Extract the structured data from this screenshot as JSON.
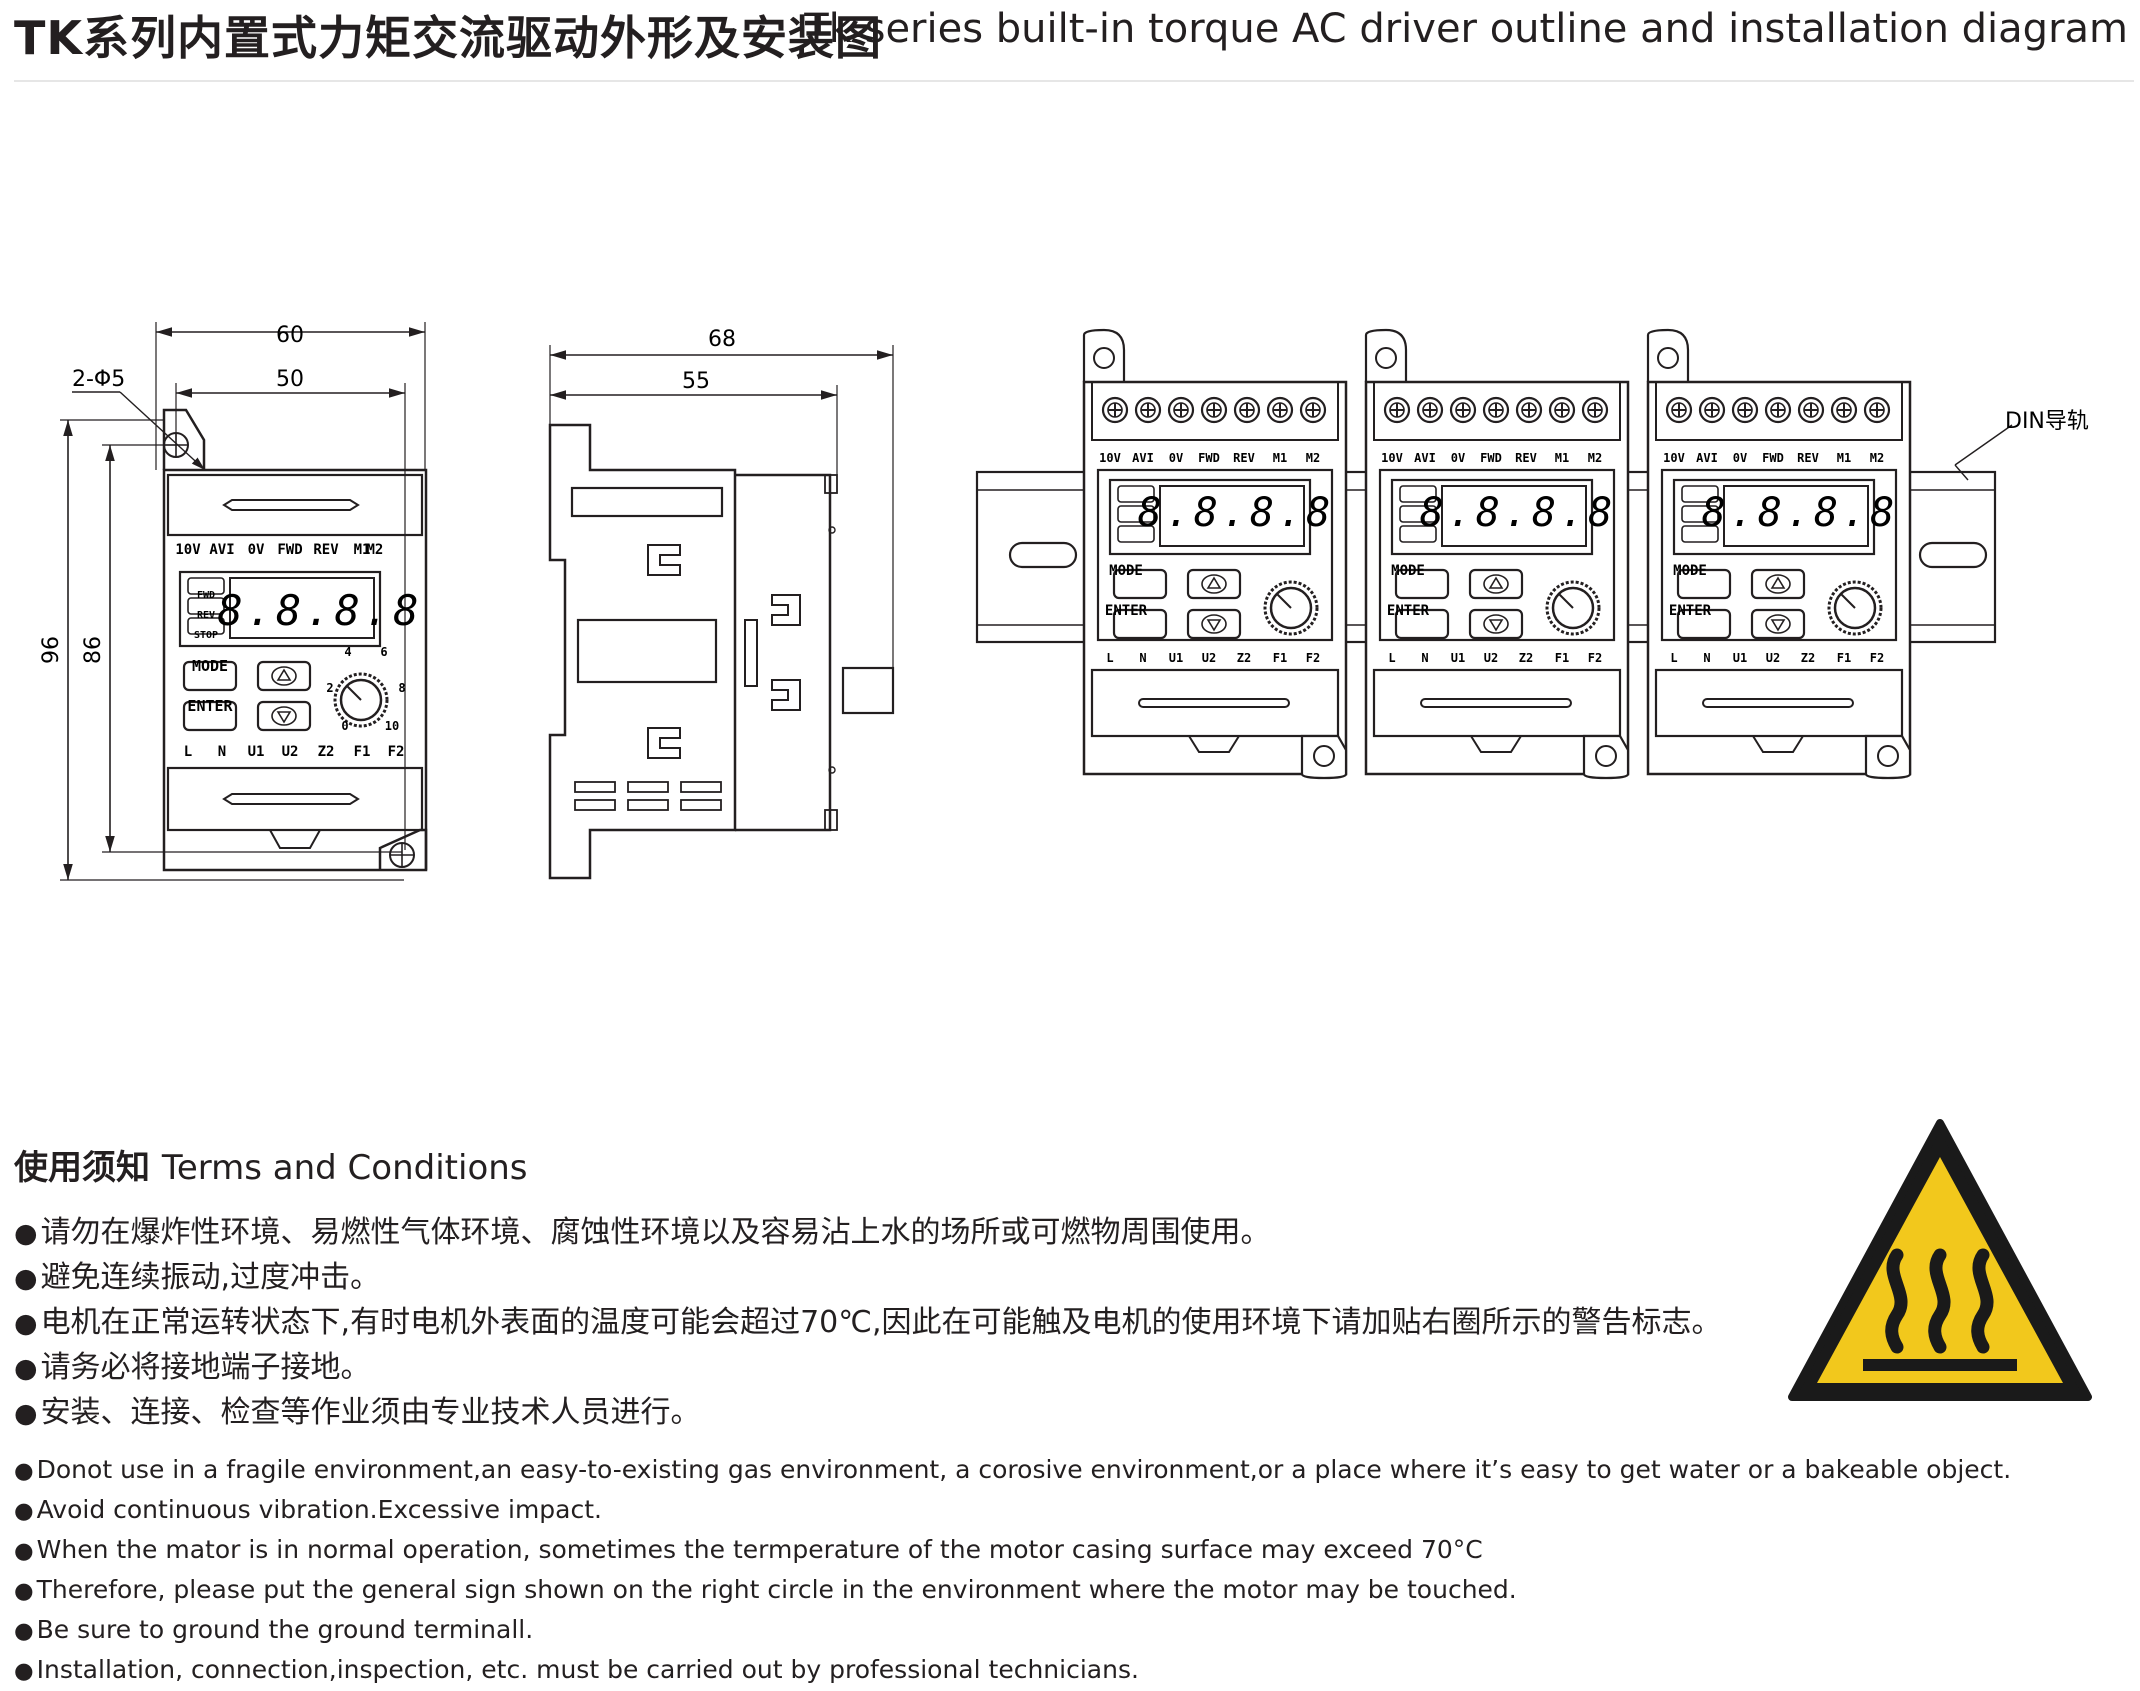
{
  "header": {
    "title_cn": "TK系列内置式力矩交流驱动外形及安装图",
    "title_en": "Tk series built-in  torque AC driver outline and installation diagram"
  },
  "dimensions": {
    "width_outer": "60",
    "width_inner": "50",
    "hole_label": "2-Φ5",
    "height_outer": "96",
    "height_inner": "86",
    "depth_outer": "68",
    "depth_inner": "55"
  },
  "panel": {
    "top_terminals": [
      "10V",
      "AVI",
      "0V",
      "FWD",
      "REV",
      "M1",
      "M2"
    ],
    "bottom_terminals": [
      "L",
      "N",
      "U1",
      "U2",
      "Z2",
      "F1",
      "F2"
    ],
    "status_leds": [
      "FWD",
      "REV",
      "STOP"
    ],
    "display": "8.8.8.8",
    "mode_button": "MODE",
    "enter_button": "ENTER",
    "knob_scale": [
      "0",
      "2",
      "4",
      "6",
      "8",
      "10"
    ]
  },
  "din_rail_label": "DIN导轨",
  "terms": {
    "title_cn": "使用须知",
    "title_en": "Terms and Conditions",
    "cn_items": [
      "请勿在爆炸性环境、易燃性气体环境、腐蚀性环境以及容易沾上水的场所或可燃物周围使用。",
      "避免连续振动,过度冲击。",
      "电机在正常运转状态下,有时电机外表面的温度可能会超过70℃,因此在可能触及电机的使用环境下请加贴右圈所示的警告标志。",
      "请务必将接地端子接地。",
      "安装、连接、检查等作业须由专业技术人员进行。"
    ],
    "en_items": [
      "Donot use in a fragile environment,an easy-to-existing gas environment, a corosive environment,or a place where it’s easy to get water or a bakeable object.",
      "Avoid continuous vibration.Excessive impact.",
      "When the mator is in normal operation, sometimes the termperature of the motor casing surface may exceed 70°C",
      "Therefore, please put the general sign shown on the right circle in the environment where the motor may be touched.",
      "Be sure to ground the ground terminall.",
      "Installation, connection,inspection, etc. must be carried out by professional technicians."
    ]
  },
  "colors": {
    "warning_yellow": "#f2c81c",
    "warning_black": "#1a1a1a",
    "line": "#231f20"
  },
  "icons": {
    "warning_sign": "hot-surface-warning-icon",
    "bullet": "●"
  }
}
